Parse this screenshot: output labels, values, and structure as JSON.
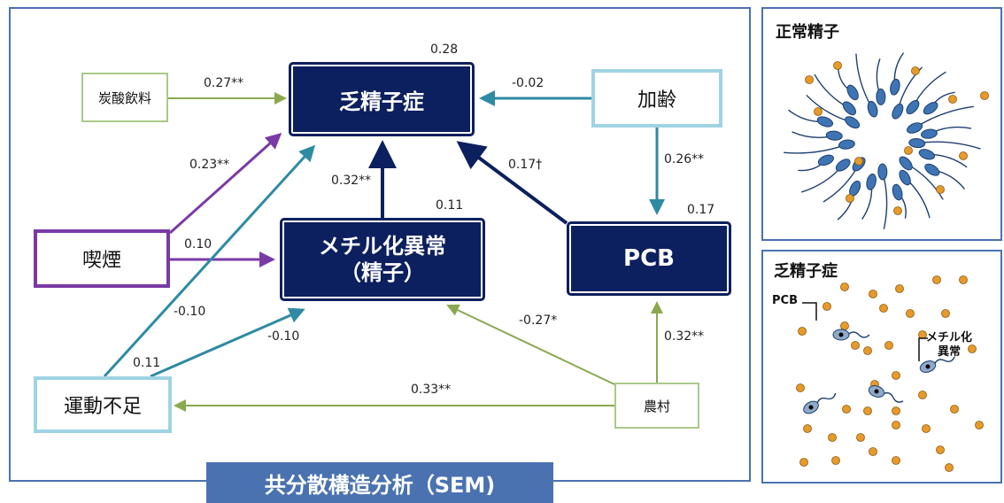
{
  "main": {
    "nodes": {
      "oligozoospermia": "乏精子症",
      "methylation_line1": "メチル化異常",
      "methylation_line2": "（精子）",
      "pcb": "PCB",
      "carbonated": "炭酸飲料",
      "aging": "加齢",
      "smoking": "喫煙",
      "exercise": "運動不足",
      "rural": "農村"
    },
    "r_squared": {
      "oligozoospermia": "0.28",
      "methylation": "0.11",
      "pcb": "0.17"
    },
    "paths": {
      "carbonated_to_oligo": "0.27**",
      "aging_to_oligo": "-0.02",
      "aging_to_pcb": "0.26**",
      "smoking_to_oligo": "0.23**",
      "smoking_to_methyl": "0.10",
      "methyl_to_oligo": "0.32**",
      "pcb_to_oligo": "0.17†",
      "exercise_to_oligo": "-0.10",
      "exercise_to_methyl": "-0.10",
      "exercise_r": "0.11",
      "rural_to_methyl": "-0.27*",
      "rural_to_pcb": "0.32**",
      "rural_to_exercise": "0.33**"
    },
    "banner": "共分散構造分析（SEM)"
  },
  "normal_panel": {
    "title": "正常精子"
  },
  "oligo_panel": {
    "title": "乏精子症",
    "pcb_label": "PCB",
    "methyl_label_line1": "メチル化",
    "methyl_label_line2": "異常"
  },
  "colors": {
    "navy": "#0c1f5e",
    "teal": "#2f8aa3",
    "olive": "#8aa84f",
    "purple": "#7a3aa6",
    "frame": "#4a72b0",
    "sperm": "#3f74b4",
    "dot": "#e79a2a"
  }
}
